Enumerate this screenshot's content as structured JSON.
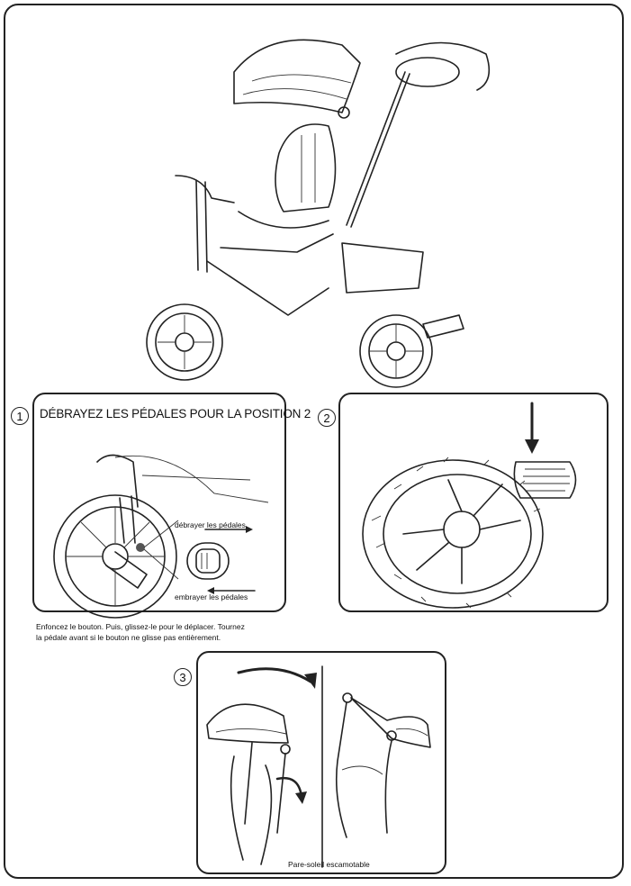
{
  "step1": {
    "number": "1",
    "title": "DÉBRAYEZ LES PÉDALES POUR LA POSITION 2",
    "disengage_label": "débrayer les pédales",
    "engage_label": "embrayer les pédales",
    "caption_line1": "Enfoncez le bouton. Puis, glissez-le pour le déplacer. Tournez",
    "caption_line2": "la pédale avant si le bouton ne glisse pas entièrement."
  },
  "step2": {
    "number": "2"
  },
  "step3": {
    "number": "3",
    "label": "Pare-soleil escamotable"
  }
}
